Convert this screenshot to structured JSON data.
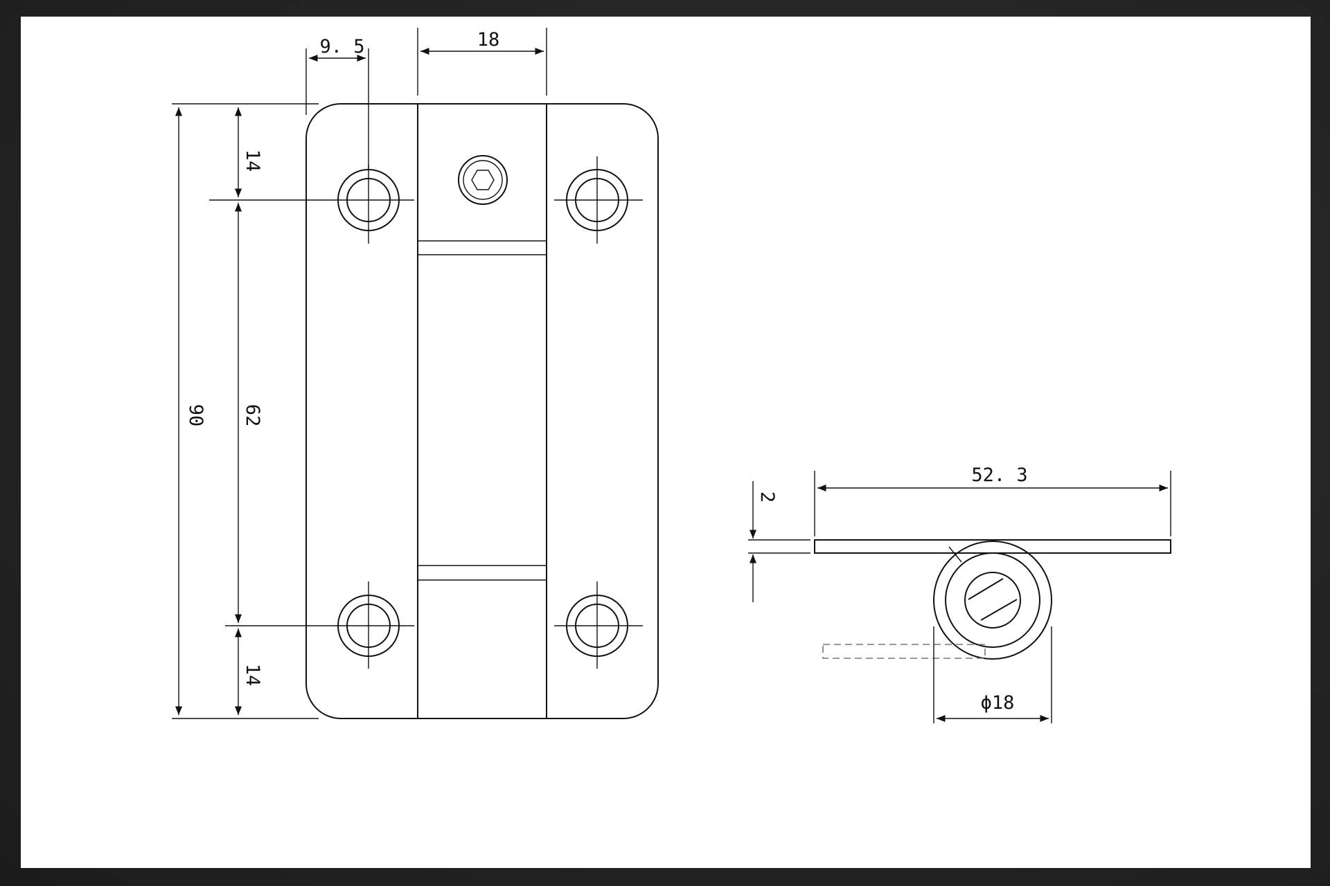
{
  "colors": {
    "frame": "#1c1c1c",
    "sheet": "#ffffff",
    "line": "#111111",
    "hidden_line": "#777777"
  },
  "dimensions": {
    "hole_offset_x": "9. 5",
    "knuckle_width": "18",
    "hole_offset_top": "14",
    "hole_spacing": "62",
    "overall_height": "90",
    "hole_offset_bottom": "14",
    "leaf_length": "52. 3",
    "thickness": "2",
    "knuckle_diameter": "ϕ18"
  },
  "icons": {
    "hex_screw": "hex-socket-screw-icon",
    "slot_screw": "slotted-screw-icon"
  }
}
